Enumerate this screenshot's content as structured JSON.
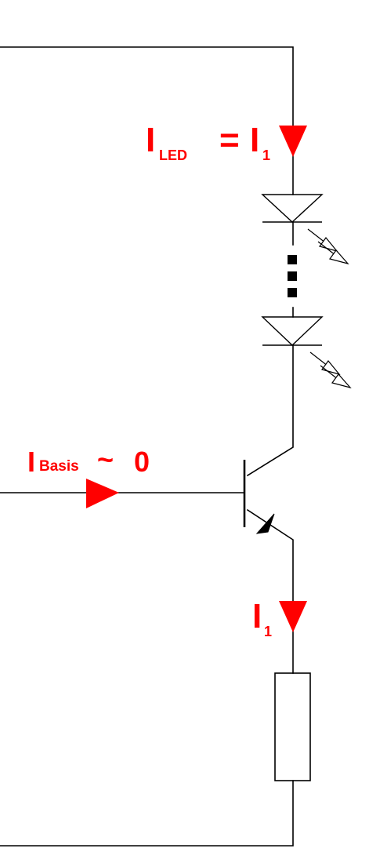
{
  "diagram": {
    "labels": {
      "led_current": {
        "symbol": "I",
        "subscript": "LED",
        "equals": "=",
        "rhs_symbol": "I",
        "rhs_subscript": "1"
      },
      "base_current": {
        "symbol": "I",
        "subscript": "Basis",
        "approx": "~",
        "value": "0"
      },
      "emitter_current": {
        "symbol": "I",
        "subscript": "1"
      }
    },
    "colors": {
      "current": "#ff0000",
      "wire": "#000000",
      "background": "#ffffff"
    }
  }
}
